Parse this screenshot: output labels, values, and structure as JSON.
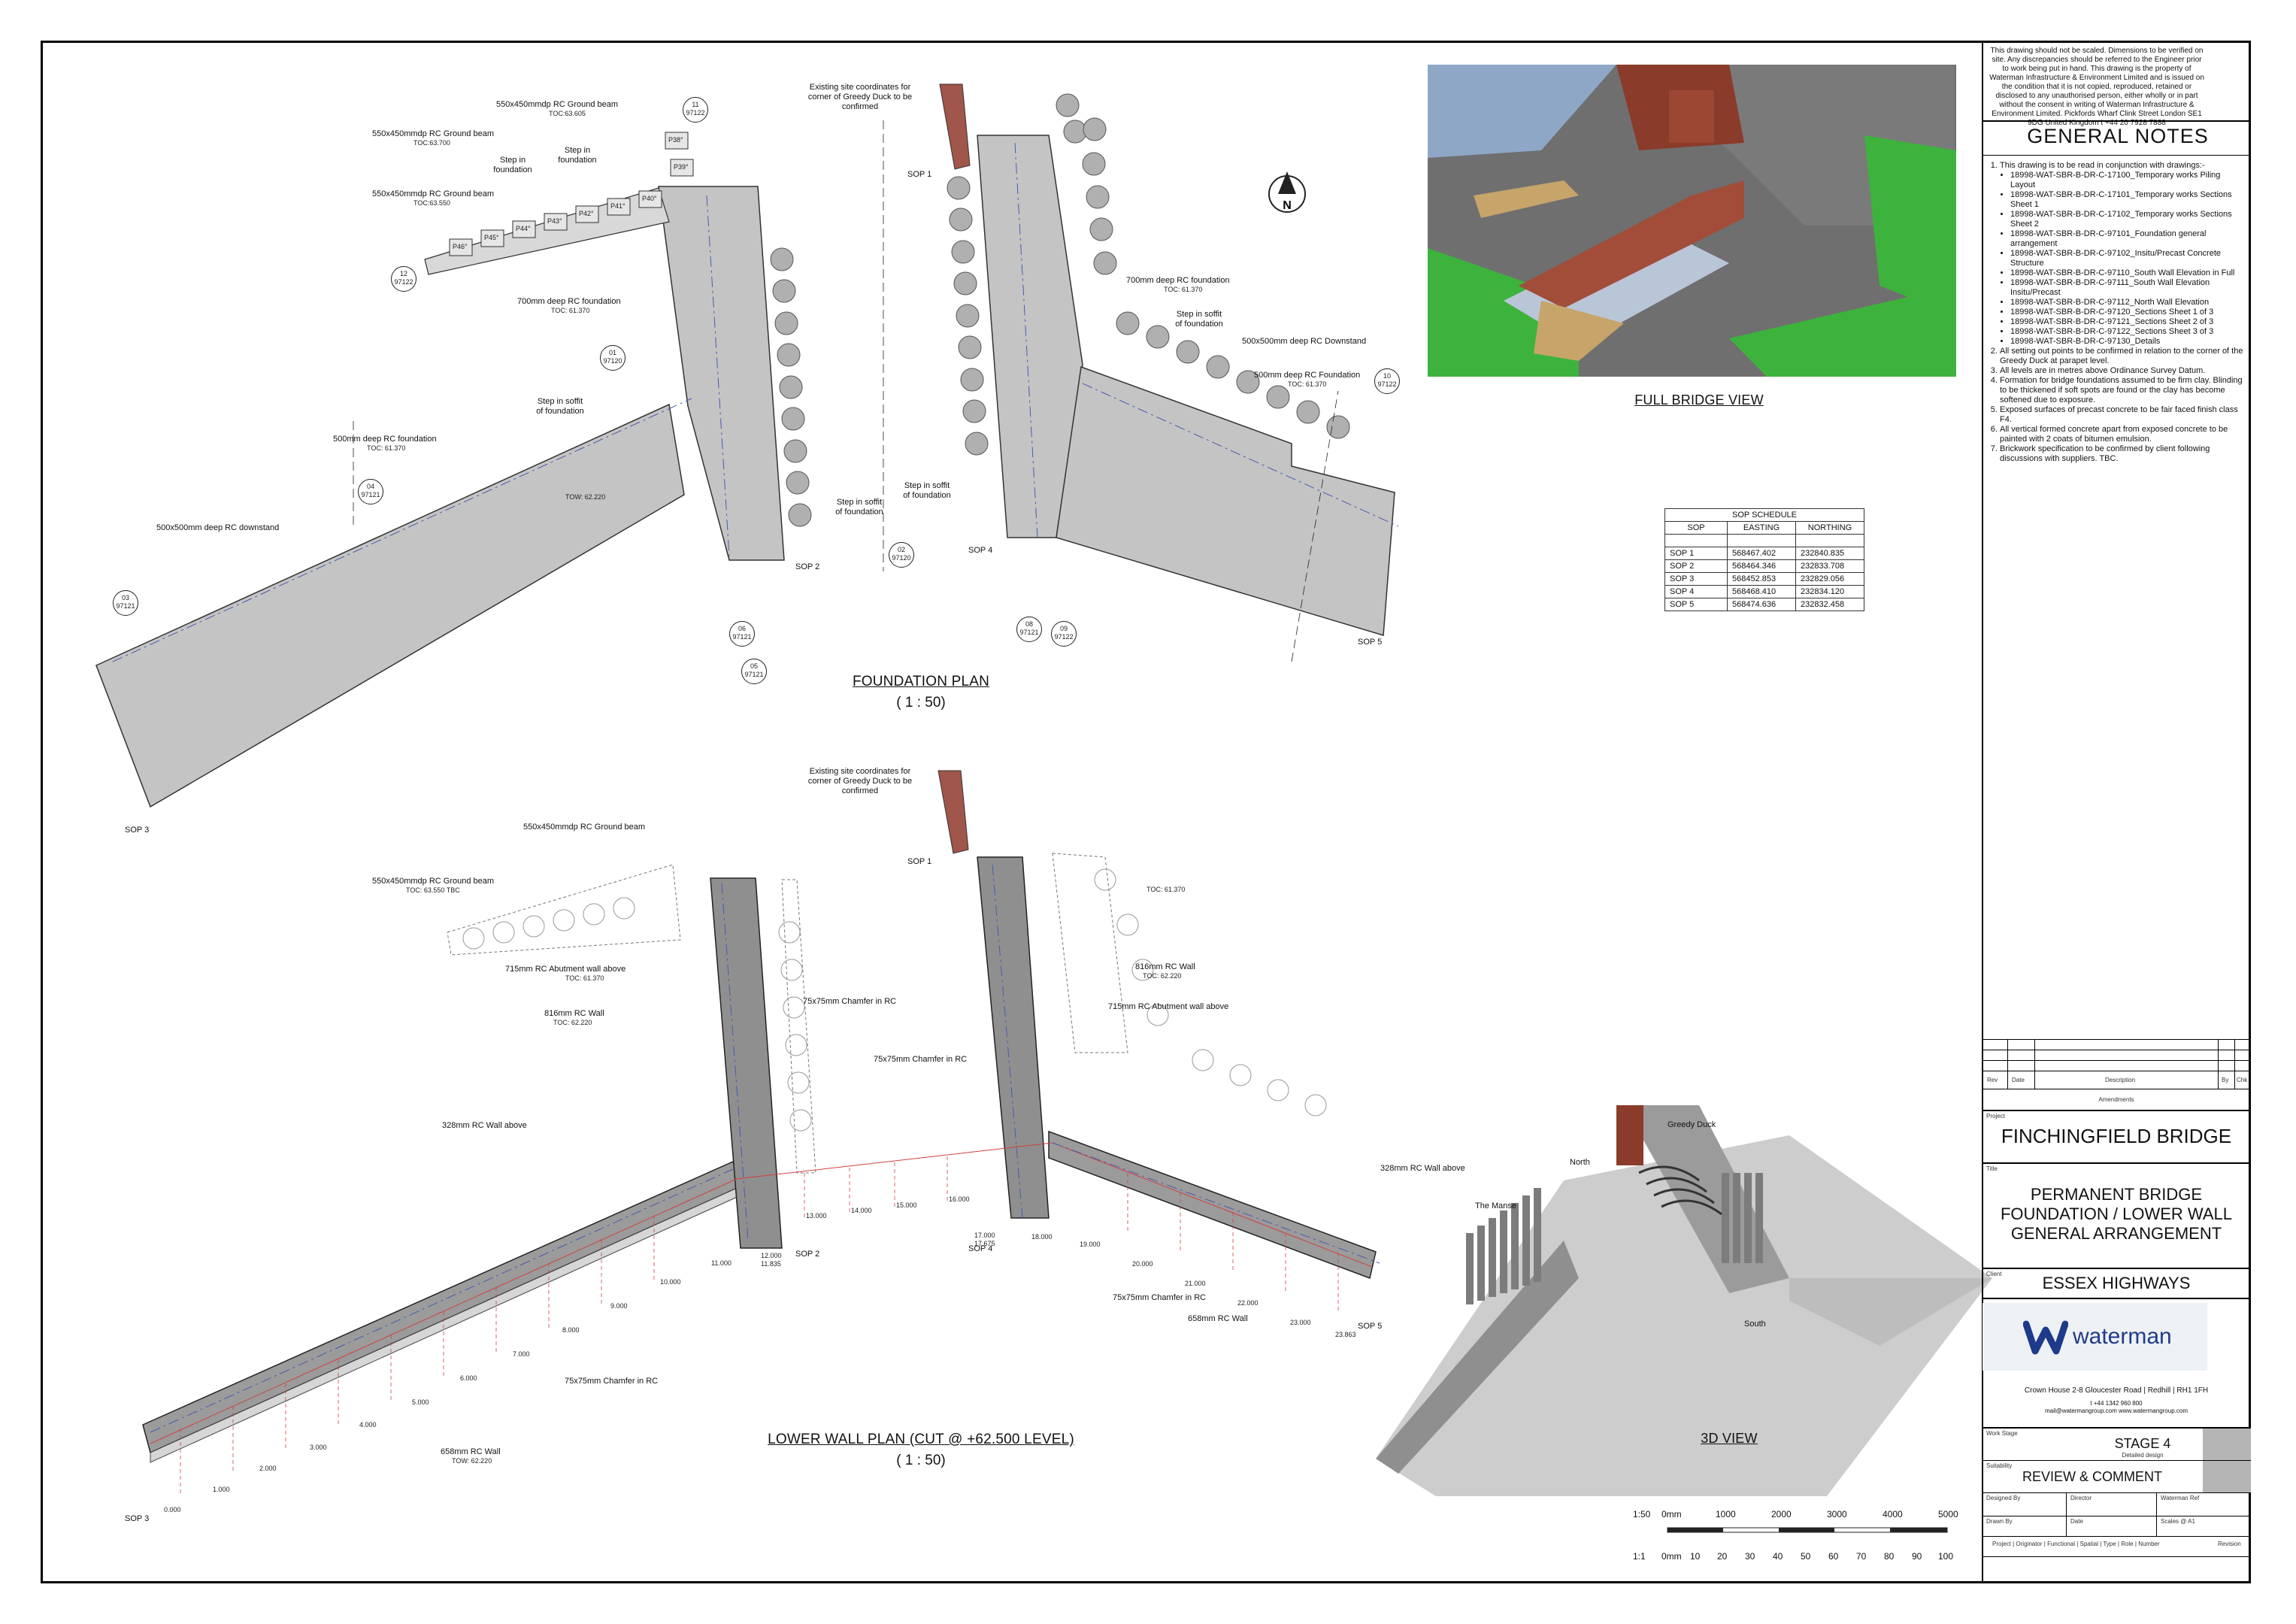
{
  "disclaimer": "This drawing should not be scaled. Dimensions to be verified on site. Any discrepancies should be referred to the Engineer prior to work being put in hand. This drawing is the property of Waterman Infrastructure & Environment Limited and is issued on the condition that it is not copied, reproduced, retained or disclosed to any unauthorised person, either wholly or in part without the consent in writing of Waterman Infrastructure & Environment Limited. Pickfords Wharf  Clink Street  London SE1 9DG  United Kingdom  t +44 20 7928 7888",
  "general_notes": {
    "title": "GENERAL NOTES",
    "note1": "This drawing is to be read in conjunction with drawings:-",
    "drawings": [
      "18998-WAT-SBR-B-DR-C-17100_Temporary works Piling Layout",
      "18998-WAT-SBR-B-DR-C-17101_Temporary works Sections Sheet 1",
      "18998-WAT-SBR-B-DR-C-17102_Temporary works Sections Sheet 2",
      "18998-WAT-SBR-B-DR-C-97101_Foundation general arrangement",
      "18998-WAT-SBR-B-DR-C-97102_Insitu/Precast Concrete Structure",
      "18998-WAT-SBR-B-DR-C-97110_South Wall Elevation in Full",
      "18998-WAT-SBR-B-DR-C-97111_South Wall Elevation Insitu/Precast",
      "18998-WAT-SBR-B-DR-C-97112_North Wall Elevation",
      "18998-WAT-SBR-B-DR-C-97120_Sections Sheet 1 of 3",
      "18998-WAT-SBR-B-DR-C-97121_Sections Sheet 2 of 3",
      "18998-WAT-SBR-B-DR-C-97122_Sections Sheet 3 of 3",
      "18998-WAT-SBR-B-DR-C-97130_Details"
    ],
    "others": [
      "All setting out points to be confirmed in relation to the corner of the Greedy Duck at parapet level.",
      "All levels are in metres above Ordinance Survey Datum.",
      "Formation for bridge foundations assumed to be firm clay. Blinding to be thickened if soft spots are found or the clay has become softened due to exposure.",
      "Exposed surfaces of precast concrete to be fair faced finish class F4.",
      "All vertical formed concrete apart from exposed concrete to be painted with 2 coats of bitumen emulsion.",
      "Brickwork specification to be confirmed by client following discussions with suppliers. TBC."
    ]
  },
  "views": {
    "full_bridge": "FULL BRIDGE VIEW",
    "three_d": "3D VIEW",
    "foundation_plan": "FOUNDATION PLAN",
    "foundation_scale": "( 1 : 50)",
    "lower_wall_plan": "LOWER WALL PLAN (CUT @ +62.500 LEVEL)",
    "lower_wall_scale": "( 1 : 50)"
  },
  "three_d_labels": {
    "greedy_duck": "Greedy Duck",
    "north": "North",
    "manse": "The Manse",
    "south": "South"
  },
  "sop_schedule": {
    "title": "SOP SCHEDULE",
    "headers": [
      "SOP",
      "EASTING",
      "NORTHING"
    ],
    "rows": [
      [
        "SOP 1",
        "568467.402",
        "232840.835"
      ],
      [
        "SOP 2",
        "568464.346",
        "232833.708"
      ],
      [
        "SOP 3",
        "568452.853",
        "232829.056"
      ],
      [
        "SOP 4",
        "568468.410",
        "232834.120"
      ],
      [
        "SOP 5",
        "568474.636",
        "232832.458"
      ]
    ]
  },
  "foundation_labels": {
    "gb1": "550x450mmdp RC Ground beam",
    "gb1_toc": "TOC:63.605",
    "gb2": "550x450mmdp RC Ground beam",
    "gb2_toc": "TOC:63.700",
    "gb3": "550x450mmdp RC Ground beam",
    "gb3_toc": "TOC:63.550",
    "step1": "Step in foundation",
    "step2": "Step in foundation",
    "existing": "Existing site coordinates for corner of Greedy Duck to be confirmed",
    "f700a": "700mm deep RC foundation",
    "f700a_toc": "TOC: 61.370",
    "f700b": "700mm deep RC foundation",
    "f700b_toc": "TOC: 61.370",
    "f500a": "500mm deep RC foundation",
    "f500a_toc": "TOC: 61.370",
    "f500b": "500mm deep RC Foundation",
    "f500b_toc": "TOC: 61.370",
    "downstand1": "500x500mm deep RC downstand",
    "downstand2": "500x500mm deep RC Downstand",
    "soffit1": "Step in soffit of foundation",
    "soffit2": "Step in soffit of foundation",
    "soffit3": "Step in soffit of foundation",
    "soffit4": "Step in soffit of foundation",
    "tow": "TOW: 62.220",
    "piles": [
      "P46°",
      "P45°",
      "P44°",
      "P43°",
      "P42°",
      "P41°",
      "P40°",
      "P39°",
      "P38°"
    ]
  },
  "lower_labels": {
    "gb1": "550x450mmdp RC Ground beam",
    "gb2": "550x450mmdp RC Ground beam",
    "gb2_toc": "TOC: 63.550 TBC",
    "existing": "Existing site coordinates for corner of Greedy Duck to be confirmed",
    "abut1": "715mm RC Abutment wall above",
    "abut1_toc": "TOC: 61.370",
    "wall816a": "816mm RC Wall",
    "wall816a_toc": "TOC: 62.220",
    "wall816b": "816mm RC Wall",
    "wall816b_toc": "TOC: 62.220",
    "abut2": "715mm RC Abutment wall above",
    "toc_right": "TOC: 61.370",
    "chamfer1": "75x75mm Chamfer in RC",
    "chamfer2": "75x75mm Chamfer in RC",
    "chamfer3": "75x75mm Chamfer in RC",
    "chamfer4": "75x75mm Chamfer in RC",
    "wall328a": "328mm RC Wall above",
    "wall328b": "328mm RC Wall above",
    "wall658a": "658mm RC Wall",
    "wall658a_tow": "TOW: 62.220",
    "wall658b": "658mm RC Wall",
    "levels_left": [
      "0.000",
      "1.000",
      "2.000",
      "3.000",
      "4.000",
      "5.000",
      "6.000",
      "7.000",
      "8.000",
      "9.000",
      "10.000",
      "11.000"
    ],
    "levels_mid": [
      "12.000",
      "11.835",
      "13.000",
      "14.000",
      "15.000",
      "16.000",
      "17.000",
      "17.675"
    ],
    "levels_right": [
      "18.000",
      "19.000",
      "20.000",
      "21.000",
      "22.000",
      "23.000",
      "23.863"
    ]
  },
  "sop_markers": [
    "SOP 1",
    "SOP 2",
    "SOP 3",
    "SOP 4",
    "SOP 5"
  ],
  "section_tags": [
    {
      "n": "11",
      "s": "97122"
    },
    {
      "n": "12",
      "s": "97122"
    },
    {
      "n": "01",
      "s": "97120"
    },
    {
      "n": "04",
      "s": "97121"
    },
    {
      "n": "03",
      "s": "97121"
    },
    {
      "n": "02",
      "s": "97120"
    },
    {
      "n": "06",
      "s": "97121"
    },
    {
      "n": "05",
      "s": "97121"
    },
    {
      "n": "08",
      "s": "97121"
    },
    {
      "n": "09",
      "s": "97122"
    },
    {
      "n": "10",
      "s": "97122"
    }
  ],
  "scale_bar": {
    "r1": "1:50",
    "r2": "1:1",
    "top": [
      "0mm",
      "1000",
      "2000",
      "3000",
      "4000",
      "5000"
    ],
    "bottom": [
      "0mm",
      "10",
      "20",
      "30",
      "40",
      "50",
      "60",
      "70",
      "80",
      "90",
      "100"
    ]
  },
  "title_block": {
    "rev_headers": [
      "Rev",
      "Date",
      "Description",
      "By",
      "Chk"
    ],
    "amendments": "Amendments",
    "project_label": "Project",
    "project": "FINCHINGFIELD BRIDGE",
    "title_label": "Title",
    "title_l1": "PERMANENT BRIDGE",
    "title_l2": "FOUNDATION / LOWER WALL",
    "title_l3": "GENERAL ARRANGEMENT",
    "client_label": "Client",
    "client": "ESSEX HIGHWAYS",
    "logo": "waterman",
    "address": "Crown House   2-8 Gloucester Road   |   Redhill   |   RH1 1FH",
    "phone": "t +44 1342 960 800",
    "web": "mail@watermangroup.com   www.watermangroup.com",
    "work_stage_label": "Work Stage",
    "stage": "STAGE 4",
    "stage_sub": "Detailed design",
    "suitability_label": "Suitability",
    "suitability": "REVIEW & COMMENT",
    "designed_by": "Designed By",
    "director": "Director",
    "waterman_ref": "Waterman Ref",
    "drawn_by": "Drawn By",
    "date": "Date",
    "scales": "Scales @ A1",
    "footer": "Project  |  Originator  |  Functional  |  Spatial  |  Type  |  Role  |  Number",
    "revision": "Revision"
  },
  "colors": {
    "concrete": "#c8c8c8",
    "wall": "#8a8a8a",
    "red_line": "#d04040",
    "grass": "#3db33d",
    "water": "#8ea7c7",
    "logo_blue": "#1e3a8a"
  }
}
